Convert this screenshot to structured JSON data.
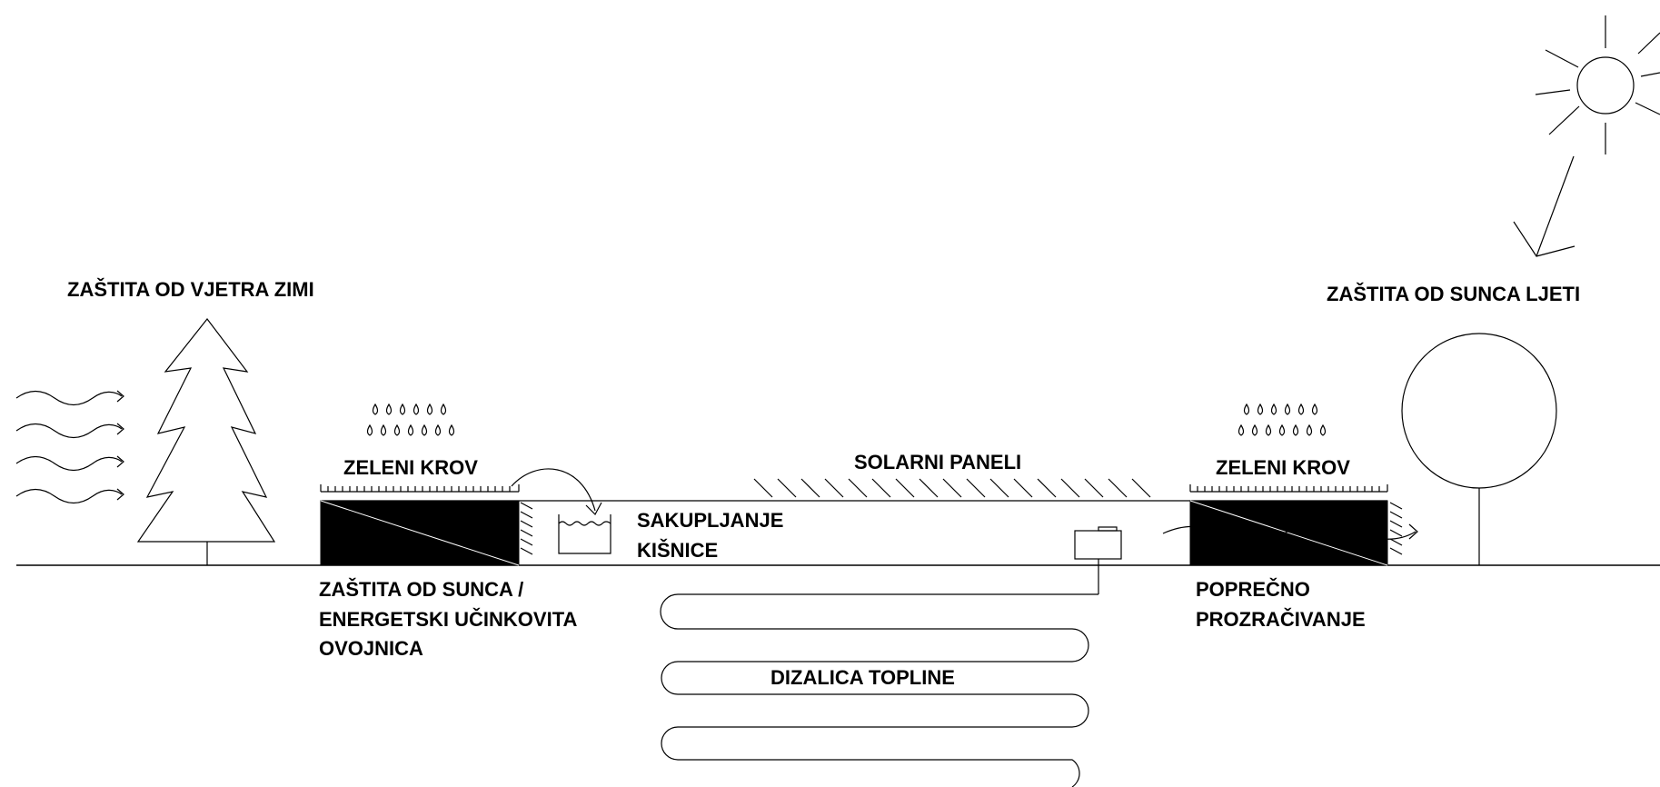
{
  "labels": {
    "wind_protection": "ZAŠTITA OD VJETRA ZIMI",
    "sun_protection_summer": "ZAŠTITA OD SUNCA LJETI",
    "green_roof_left": "ZELENI KROV",
    "green_roof_right": "ZELENI KROV",
    "solar_panels": "SOLARNI PANELI",
    "rainwater_line1": "SAKUPLJANJE",
    "rainwater_line2": "KIŠNICE",
    "envelope_line1": "ZAŠTITA OD SUNCA /",
    "envelope_line2": "ENERGETSKI UČINKOVITA",
    "envelope_line3": "OVOJNICA",
    "cross_vent_line1": "POPREČNO",
    "cross_vent_line2": "PROZRAČIVANJE",
    "heat_pump": "DIZALICA TOPLINE"
  },
  "icons": {
    "sun": "sun-icon",
    "wind": "wind-arrows-icon",
    "conifer": "conifer-tree-icon",
    "deciduous": "deciduous-tree-icon",
    "rain": "raindrops-icon",
    "tank": "water-tank-icon",
    "pump": "heat-pump-unit-icon",
    "loop": "ground-loop-icon"
  },
  "colors": {
    "ink": "#000000",
    "background": "#ffffff"
  }
}
